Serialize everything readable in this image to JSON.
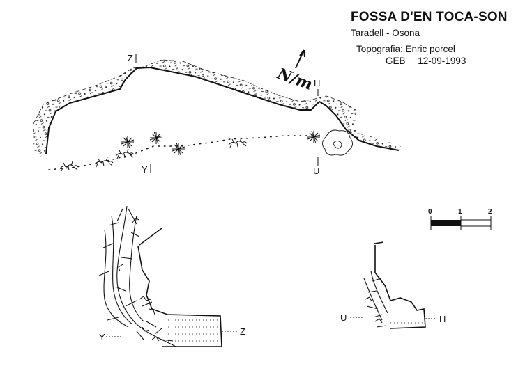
{
  "header": {
    "title": "FOSSA D'EN TOCA-SON",
    "subtitle": "Taradell - Osona",
    "credit_line1": "Topografia: Enric porcel",
    "credit_org": "GEB",
    "credit_date": "12-09-1993"
  },
  "plan": {
    "north_label": "N/m",
    "points": [
      {
        "id": "z",
        "label": "Z"
      },
      {
        "id": "h",
        "label": "H"
      },
      {
        "id": "y",
        "label": "Y"
      },
      {
        "id": "u",
        "label": "U"
      }
    ]
  },
  "section_left": {
    "labels": {
      "y": "Y",
      "z": "Z"
    }
  },
  "section_right": {
    "labels": {
      "u": "U",
      "h": "H"
    }
  },
  "scale_bar": {
    "ticks": [
      "0",
      "1",
      "2"
    ]
  },
  "colors": {
    "ink": "#111111",
    "paper": "#ffffff"
  }
}
